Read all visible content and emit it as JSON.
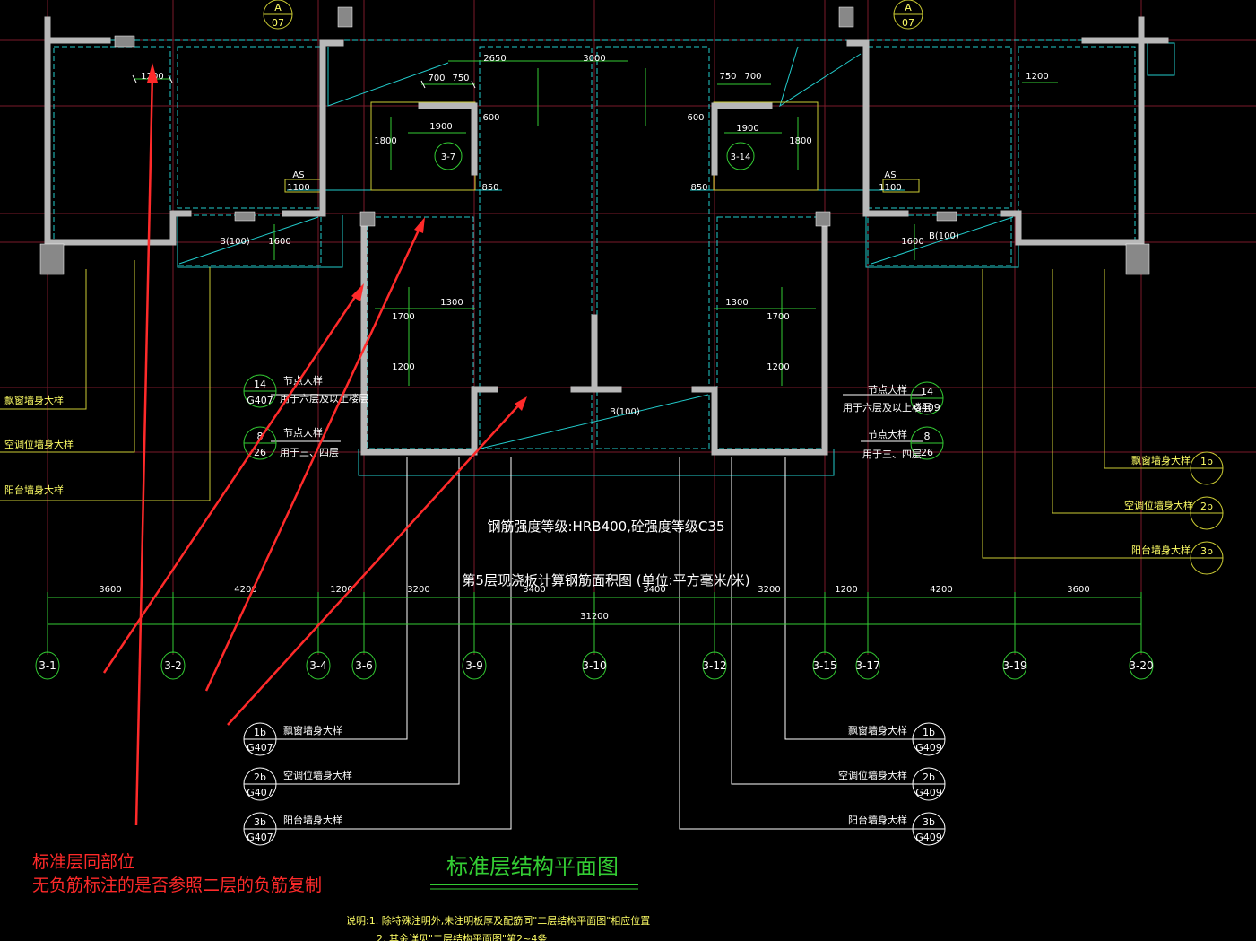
{
  "drawing": {
    "title": "标准层结构平面图",
    "material_note": "钢筋强度等级:HRB400,砼强度等级C35",
    "floor_note": "第5层现浇板计算钢筋面积图  (单位:平方毫米/米)",
    "remarks": [
      "说明:1. 除特殊注明外,未注明板厚及配筋同\"二层结构平面图\"相应位置",
      "2. 其余详见\"二层结构平面图\"第2~4条"
    ]
  },
  "annotation": {
    "line1": "标准层同部位",
    "line2": "无负筋标注的是否参照二层的负筋复制",
    "color": "#ff2a2a"
  },
  "dimensions": {
    "bays": [
      "3600",
      "4200",
      "1200",
      "3200",
      "3400",
      "3400",
      "3200",
      "1200",
      "4200",
      "3600"
    ],
    "total": "31200"
  },
  "axes": [
    "3-1",
    "3-2",
    "3-4",
    "3-6",
    "3-9",
    "3-10",
    "3-12",
    "3-15",
    "3-17",
    "3-19",
    "3-20"
  ],
  "plan_dims": {
    "d1200": "1200",
    "d700": "700",
    "d750": "750",
    "d2650": "2650",
    "d3000": "3000",
    "d600": "600",
    "d1900": "1900",
    "d1800": "1800",
    "d1100": "1100",
    "d850": "850",
    "d1600": "1600",
    "d1300": "1300",
    "d1700": "1700",
    "slab_as": "AS",
    "slab_b100": "B(100)"
  },
  "detail_refs": {
    "d07": "07",
    "r37": "3-7",
    "r314": "3-14",
    "tri": "A"
  },
  "left_labels": {
    "piaochuang": "飘窗墙身大样",
    "kongtiao": "空调位墙身大样",
    "yangtai": "阳台墙身大样"
  },
  "node_callouts": {
    "node_title": "节点大样",
    "six_up": "用于六层及以上楼层",
    "three_four": "用于三、四层",
    "n14": "14",
    "n8": "8",
    "sheet_left": "G407",
    "sheet_26": "26",
    "sheet_right": "G409"
  },
  "wall_callouts": {
    "n1b": "1b",
    "n2b": "2b",
    "n3b": "3b",
    "sheet": "G407",
    "sheet_r": "G409"
  }
}
